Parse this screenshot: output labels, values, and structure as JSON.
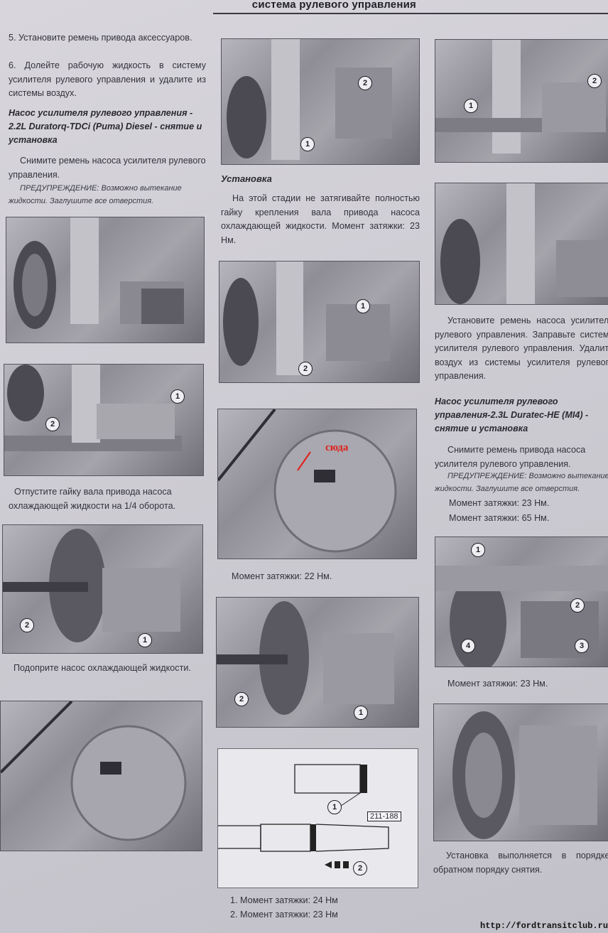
{
  "header": {
    "title": "система рулевого управления"
  },
  "col1": {
    "step5": "5.   Установите   ремень   привода аксессуаров.",
    "step6": "6. Долейте рабочую жидкость в систему усилителя рулевого управления и удалите из системы воздух.",
    "section_title": "Насос усилителя рулевого управления - 2.2L Duratorq-TDCi (Puma) Diesel - снятие и установка",
    "remove_belt": "Снимите ремень насоса усилителя рулевого управления.",
    "warning": "ПРЕДУПРЕЖДЕНИЕ: Возможно вытекание жидкости. Заглушите все отверстия.",
    "loosen_nut": "Отпустите гайку вала привода насоса охлаждающей жидкости на 1/4 оборота.",
    "support_pump": "Подоприте   насос   охлаждающей жидкости."
  },
  "col2": {
    "install_title": "Установка",
    "install_text": "На этой стадии не затягивайте полностью гайку крепления вала привода насоса охлаждающей жидкости. Момент затяжки: 23 Нм.",
    "annotation": "сюда",
    "torque_22": "Момент затяжки: 22 Нм.",
    "tool_code": "211-188",
    "torque_list": [
      "1. Момент затяжки: 24 Нм",
      "2. Момент затяжки: 23 Нм"
    ]
  },
  "col3": {
    "install_belt": "Установите ремень насоса усилителя рулевого управления. Заправьте систему усилителя рулевого управления. Удалите воздух из системы усилителя рулевого управления.",
    "section_title": "Насос усилителя рулевого управления-2.3L Duratec-HE (MI4) - снятие и установка",
    "remove_belt": "Снимите ремень привода насоса усилителя рулевого управления.",
    "warning": "ПРЕДУПРЕЖДЕНИЕ: Возможно вытекание жидкости. Заглушите все отверстия.",
    "torque_a": "Момент затяжки: 23 Нм.",
    "torque_b": "Момент затяжки: 65 Нм.",
    "torque_c": "Момент затяжки: 23 Нм.",
    "reverse_order": "Установка выполняется в порядке, обратном порядку снятия."
  },
  "callouts": {
    "one": "1",
    "two": "2",
    "three": "3",
    "four": "4"
  },
  "watermark": "http://fordtransitclub.ru"
}
